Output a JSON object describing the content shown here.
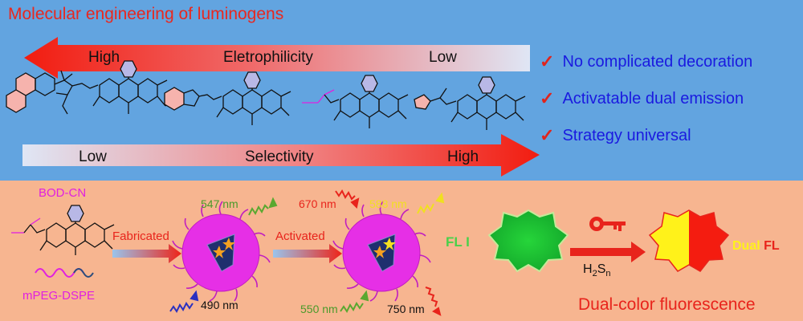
{
  "title": "Molecular engineering of luminogens",
  "electrophilicity": {
    "high": "High",
    "label": "Eletrophilicity",
    "low": "Low"
  },
  "selectivity": {
    "low": "Low",
    "label": "Selectivity",
    "high": "High"
  },
  "features": [
    "No complicated decoration",
    "Activatable dual emission",
    "Strategy universal"
  ],
  "bottom": {
    "bod_cn": "BOD-CN",
    "mpeg_dspe": "mPEG-DSPE",
    "fabricated": "Fabricated",
    "activated": "Activated",
    "fl_i": "FL I",
    "h2sn": "H2Sn",
    "dual": "Dual",
    "fl": "FL",
    "dual_color": "Dual-color fluorescence"
  },
  "wavelengths": {
    "w547": "547 nm",
    "w490": "490 nm",
    "w670": "670 nm",
    "w588": "588 nm",
    "w550": "550 nm",
    "w750": "750 nm"
  },
  "colors": {
    "top_background": "#62a4e0",
    "bottom_background": "#f7b590",
    "accent_red": "#e8241c",
    "feature_blue": "#1a1ae0",
    "nanoparticle_magenta": "#e62fe6",
    "fl_green": "#26d53a",
    "dual_yellow": "#fff21a"
  }
}
